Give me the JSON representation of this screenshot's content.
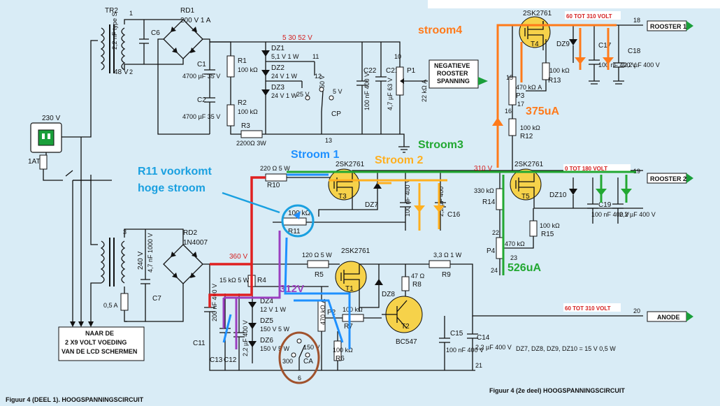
{
  "figure": {
    "caption_left": "Figuur 4 (DEEL 1).  HOOGSPANNINGSCIRCUIT",
    "caption_right": "Figuur 4 (2e deel)  HOOGSPANNINGSCIRCUIT",
    "zener_note": "DZ7, DZ8, DZ9, DZ10 = 15 V 0,5 W"
  },
  "annotations": {
    "stroom1": "Stroom 1",
    "stroom2": "Stroom 2",
    "stroom3": "Stroom3",
    "stroom4": "stroom4",
    "r11_line1": "R11 voorkomt",
    "r11_line2": "hoge stroom",
    "v312": "312V",
    "i375": "375uA",
    "i526": "526uA",
    "colors": {
      "stroom1": "#1e90ff",
      "stroom2": "#ffb020",
      "stroom3": "#22a832",
      "stroom4": "#ff7a1a",
      "r11": "#1aa0e0",
      "v312": "#9b3fc0",
      "ca": "#a0522d",
      "rail360": "#e02020"
    }
  },
  "supply": {
    "mains": "230 V",
    "fuse": "1AT",
    "tr2": "TR2",
    "tr2_sec": "48 V",
    "tr2_pin1": "1",
    "tr2_pin2": "2",
    "c6": "C6",
    "c6_val": "2,2 nF type S",
    "rd1": "RD1",
    "rd1_val": "200 V 1 A",
    "sec2_voltage": "240 V",
    "fuse2": "0,5 A",
    "lcd_line1": "NAAR DE",
    "lcd_line2": "2 X9 VOLT VOEDING",
    "lcd_line3": "VAN DE LCD SCHERMEN",
    "rd2": "RD2",
    "rd2_val": "1N4007",
    "c7": "C7",
    "c7_val": "4,7 nF 1000 V",
    "pin3": "3",
    "pin4": "4"
  },
  "neg_bias": {
    "c1": "C1",
    "c1_val": "4700 µF 35 V",
    "c2": "C2",
    "c2_val": "4700 µF 35 V",
    "r1": "R1",
    "r1_val": "100 kΩ",
    "r2": "R2",
    "r2_val": "100 kΩ",
    "r3": "R3",
    "r3_val": "2200Ω 3W",
    "dz1": "DZ1",
    "dz1_val": "5,1 V 1 W",
    "dz2": "DZ2",
    "dz2_val": "24 V 1 W",
    "dz3": "DZ3",
    "dz3_val": "24 V 1 W",
    "switch_vals": "5   30   52 V",
    "sw_25": "25 V",
    "sw_50": "50 V",
    "sw_5": "5 V",
    "cp": "CP",
    "n11": "11",
    "n12": "12",
    "n13": "13",
    "n10": "10",
    "c22": "C22",
    "c22_val": "100 nF 400 V",
    "c21": "C21",
    "c21_val": "4,7 µF 63 V",
    "p1": "P1",
    "p1_val": "22 kΩ A",
    "label_line1": "NEGATIEVE",
    "label_line2": "ROOSTER",
    "label_line3": "SPANNING"
  },
  "hv": {
    "r10": "R10",
    "r10_val": "220 Ω 5 W",
    "t3_type": "2SK2761",
    "t3": "T3",
    "dz7": "DZ7",
    "c20_val": "100 nF 400 V",
    "c16": "C16",
    "c16_val": "2,2 µF 400",
    "r11": "R11",
    "r11_val": "100 kΩ",
    "v360": "360 V",
    "r4": "R4",
    "r4_val": "15 kΩ 5 W",
    "dz4": "DZ4",
    "dz4_val": "12 V 1 W",
    "dz5": "DZ5",
    "dz5_val": "150 V 5 W",
    "dz6": "DZ6",
    "dz6_val": "150 V 5 W",
    "r5": "R5",
    "r5_val": "120 Ω 5 W",
    "t1_type": "2SK2761",
    "t1": "T1",
    "dz8": "DZ8",
    "r8": "R8",
    "r8_val": "47 Ω",
    "t2": "T2",
    "t2_type": "BC547",
    "r9": "R9",
    "r9_val": "3,3 Ω 1 W",
    "r7": "R7",
    "r7_val": "100 kΩ",
    "r6": "R6",
    "r6_val": "100 kΩ",
    "p2": "P2",
    "p2_val": "470 kΩ A",
    "c15": "C15",
    "c15_val": "100 nF 400 V",
    "c14": "C14",
    "c14_val": "2,2 µF 400 V",
    "c11": "C11",
    "c11_val": "200 nF 400 V",
    "c12": "C12",
    "c12_val": "2,2 µF 400 V",
    "c13": "C13",
    "ca": "CA",
    "ca_300": "300",
    "ca_150": "150 V",
    "n6": "6",
    "n21": "21",
    "n20": "20"
  },
  "grids": {
    "t4_type": "2SK2761",
    "t4": "T4",
    "dz9": "DZ9",
    "c17": "C17",
    "c17_val": "100 nF 400 V",
    "c18": "C18",
    "c18_val": "2,2 µF 400 V",
    "r13": "R13",
    "r13_val": "100 kΩ",
    "p3": "P3",
    "p3_val": "470 kΩ A",
    "r12": "R12",
    "r12_val": "100 kΩ",
    "range1": "60 TOT 310 VOLT",
    "out1": "ROOSTER 1",
    "n18": "18",
    "v310": "310 V",
    "t5_type": "2SK2761",
    "t5": "T5",
    "range2": "0 TOT 180 VOLT",
    "dz10": "DZ10",
    "r14": "R14",
    "r14_val": "330 kΩ",
    "c19": "C19",
    "c19_val": "100 nF 400 V",
    "c_last_val": "2,2 µF 400 V",
    "r15": "R15",
    "r15_val": "100 kΩ",
    "p4": "P4",
    "p4_val": "470 kΩ",
    "out2": "ROOSTER 2",
    "n19": "19",
    "range3": "60 TOT 310 VOLT",
    "out3": "ANODE",
    "n15": "15",
    "n16": "16",
    "n17": "17",
    "n22": "22",
    "n23": "23",
    "n24": "24"
  }
}
